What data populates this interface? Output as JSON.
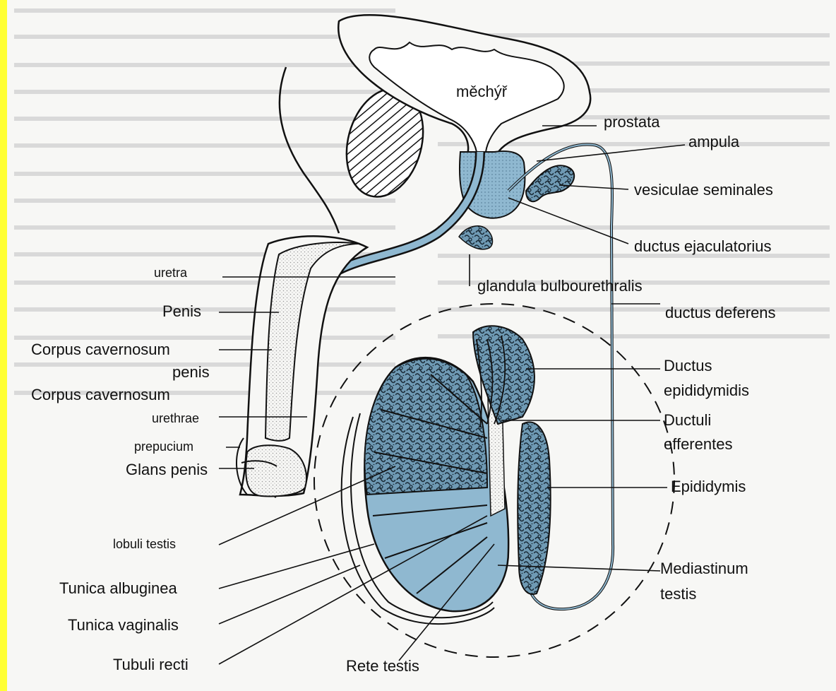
{
  "colors": {
    "frame": "#ffff33",
    "paper": "#f7f7f5",
    "tissue_blue": "#8fb8d0",
    "dark_blue": "#6f9ab4",
    "ink": "#111111",
    "stipple": "#9a9a9a"
  },
  "labels": {
    "mechyr": "měchýř",
    "prostata": "prostata",
    "ampula": "ampula",
    "vesiculae": "vesiculae seminales",
    "ejaculatorius": "ductus ejaculatorius",
    "bulbourethralis": "glandula bulbourethralis",
    "deferens": "ductus deferens",
    "epididymidis_1": "Ductus",
    "epididymidis_2": "epididymidis",
    "efferentes_1": "Ductuli",
    "efferentes_2": "efferentes",
    "epididymis": "Epididymis",
    "mediastinum_1": "Mediastinum",
    "mediastinum_2": "testis",
    "rete": "Rete testis",
    "uretra": "uretra",
    "penis": "Penis",
    "cc_penis_1": "Corpus cavernosum",
    "cc_penis_2": "penis",
    "cc_urethrae_1": "Corpus cavernosum",
    "cc_urethrae_2": "urethrae",
    "prepucium": "prepucium",
    "glans": "Glans penis",
    "lobuli": "lobuli  testis",
    "albuginea": "Tunica albuginea",
    "vaginalis": "Tunica vaginalis",
    "recti": "Tubuli recti"
  }
}
